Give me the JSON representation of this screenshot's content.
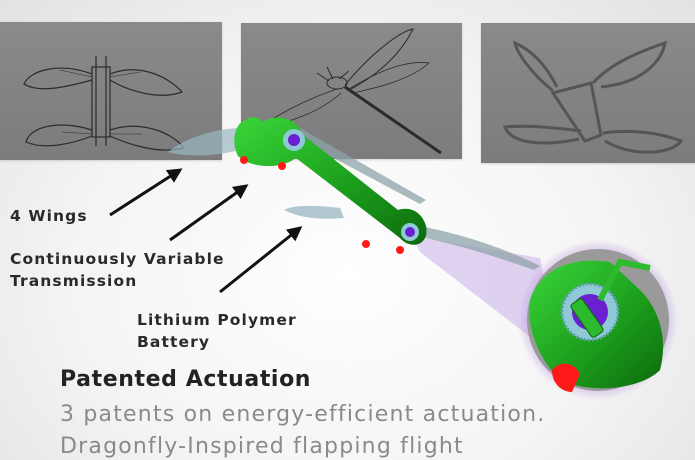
{
  "panels": [
    {
      "name": "top-view-sketch",
      "description": "robotic dragonfly top view drawing"
    },
    {
      "name": "dragonfly-sketch",
      "description": "dragonfly insect sketch"
    },
    {
      "name": "perspective-sketch",
      "description": "robotic dragonfly perspective drawing"
    }
  ],
  "callouts": {
    "wings": "4 Wings",
    "transmission_line1": "Continuously Variable",
    "transmission_line2": "Transmission",
    "battery_line1": "Lithium Polymer",
    "battery_line2": "Battery"
  },
  "heading": {
    "title": "Patented Actuation",
    "line1": "3 patents on energy-efficient actuation.",
    "line2": "Dragonfly-Inspired flapping flight"
  },
  "colors": {
    "body_green": "#1e9a1e",
    "gear_blue": "#8fc9d6",
    "gear_purple": "#6a1fd0",
    "accent_red": "#ff1a1a",
    "zoom_glow": "#b58fe0",
    "panel_gray": "#848484"
  }
}
